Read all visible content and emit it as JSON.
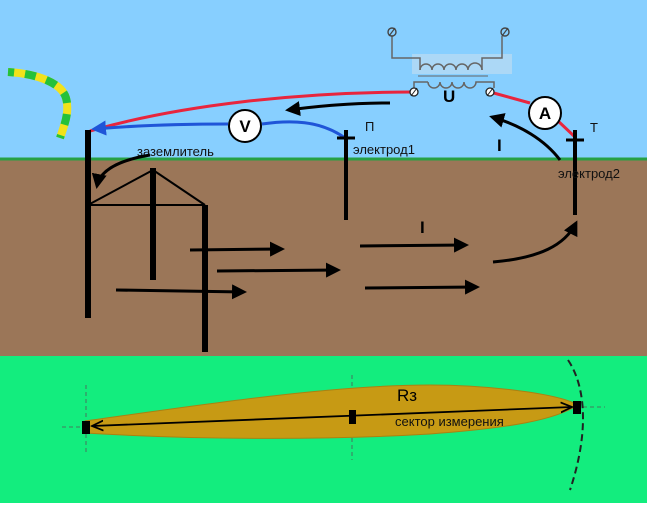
{
  "labels": {
    "grounding": "заземлитель",
    "electrode1": "электрод1",
    "electrode2": "электрод2",
    "p": "П",
    "t": "Т",
    "u": "U",
    "current_top": "I",
    "current_ground": "I",
    "voltmeter": "V",
    "ammeter": "A",
    "rz": "Rз",
    "sector": "сектор измерения"
  },
  "colors": {
    "sky": "#87cfff",
    "soil": "#9b7658",
    "grass_line": "#27a045",
    "lower_bg": "#13ed7e",
    "sector_fill": "#c79a14",
    "red_wire": "#e8253d",
    "blue_wire": "#1f55d8",
    "ground_cable_yellow": "#f2e21a",
    "ground_cable_green": "#25c13a"
  }
}
